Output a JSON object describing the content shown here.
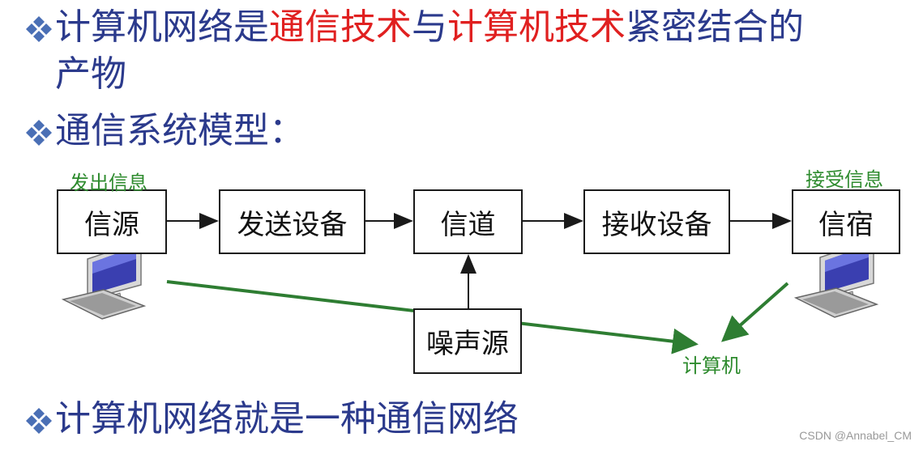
{
  "bullets": {
    "line1_part1": "计算机网络是",
    "line1_red1": "通信技术",
    "line1_part2": "与",
    "line1_red2": "计算机技术",
    "line1_part3": "紧密结合的",
    "line1_cont": "产物",
    "line2": "通信系统模型：",
    "line3": "计算机网络就是一种通信网络"
  },
  "diagram": {
    "source": "信源",
    "transmitter": "发送设备",
    "channel": "信道",
    "receiver": "接收设备",
    "sink": "信宿",
    "noise": "噪声源",
    "label_send": "发出信息",
    "label_receive": "接受信息",
    "label_computer": "计算机"
  },
  "colors": {
    "bullet_text": "#2b3a8c",
    "highlight": "#e02020",
    "green_label": "#2e8b2e",
    "arrow_green": "#2e7d32"
  },
  "icons": {
    "bullet": "diamond-bullet-icon",
    "computer": "desktop-computer-icon"
  },
  "watermark": "CSDN @Annabel_CM"
}
